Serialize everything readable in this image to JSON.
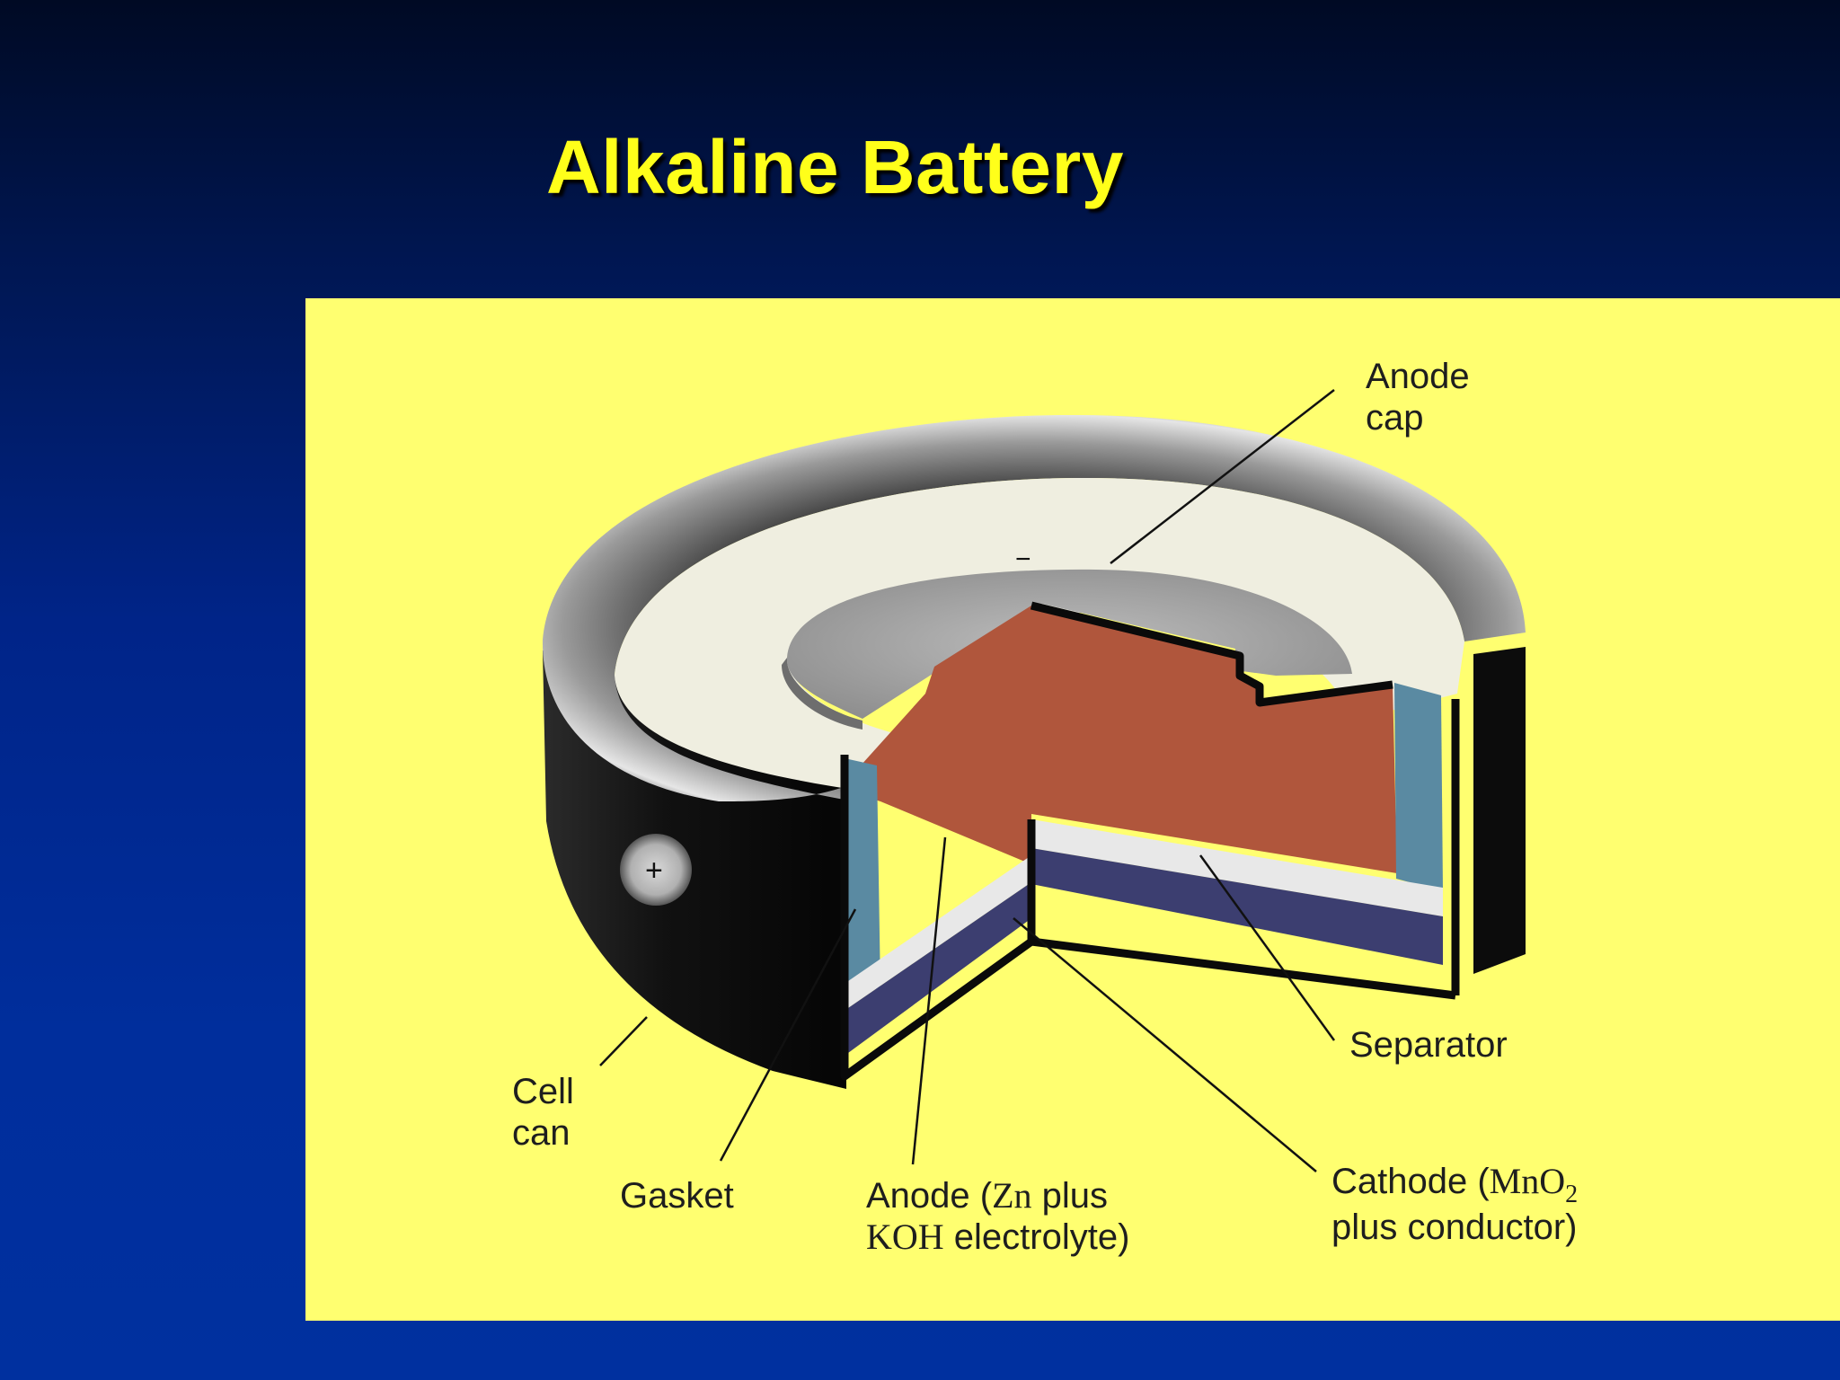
{
  "slide": {
    "title": "Alkaline Battery"
  },
  "diagram": {
    "terminal_minus": "−",
    "terminal_plus": "+",
    "labels": {
      "anode_cap": {
        "line1": "Anode",
        "line2": "cap"
      },
      "separator": "Separator",
      "cell_can": {
        "line1": "Cell",
        "line2": "can"
      },
      "gasket": "Gasket",
      "anode": {
        "line1_prefix": "Anode (",
        "line1_chem": "Zn",
        "line1_suffix": " plus",
        "line2_chem": "KOH",
        "line2_suffix": " electrolyte)"
      },
      "cathode": {
        "line1_prefix": "Cathode (",
        "line1_chem": "MnO",
        "line1_sub": "2",
        "line2": "plus conductor)"
      }
    },
    "colors": {
      "panel_background": "#ffff70",
      "title": "#ffff1a",
      "cell_can": "#141414",
      "separator_ring": "#efeee0",
      "anode_cap": "#a9a9a9",
      "anode_material": "#b0563c",
      "gasket": "#5a8aa2",
      "cathode_bottom": "#3c3e70",
      "separator_layer": "#e8e8e8"
    }
  }
}
